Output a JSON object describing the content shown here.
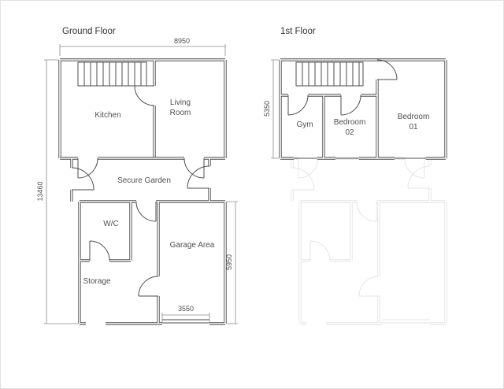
{
  "colors": {
    "wall": "#4d4d4d",
    "thin": "#4d4d4d",
    "dimension": "#8a8a8a",
    "label": "#4f4f4f",
    "title": "#333333",
    "faded": "#e4e4e4"
  },
  "ground_floor": {
    "title": "Ground Floor",
    "rooms": {
      "kitchen": "Kitchen",
      "living_room": [
        "Living",
        "Room"
      ],
      "secure_garden": "Secure Garden",
      "wc": "W/C",
      "garage": "Garage Area",
      "storage": "Storage"
    },
    "dimensions": {
      "width_top": "8950",
      "height_left": "13460",
      "garage_height_right": "5950",
      "garage_door_width_bottom": "3550"
    }
  },
  "first_floor": {
    "title": "1st Floor",
    "rooms": {
      "gym": "Gym",
      "bedroom_02": [
        "Bedroom",
        "02"
      ],
      "bedroom_01": [
        "Bedroom",
        "01"
      ]
    },
    "dimensions": {
      "height_left": "5350"
    }
  }
}
